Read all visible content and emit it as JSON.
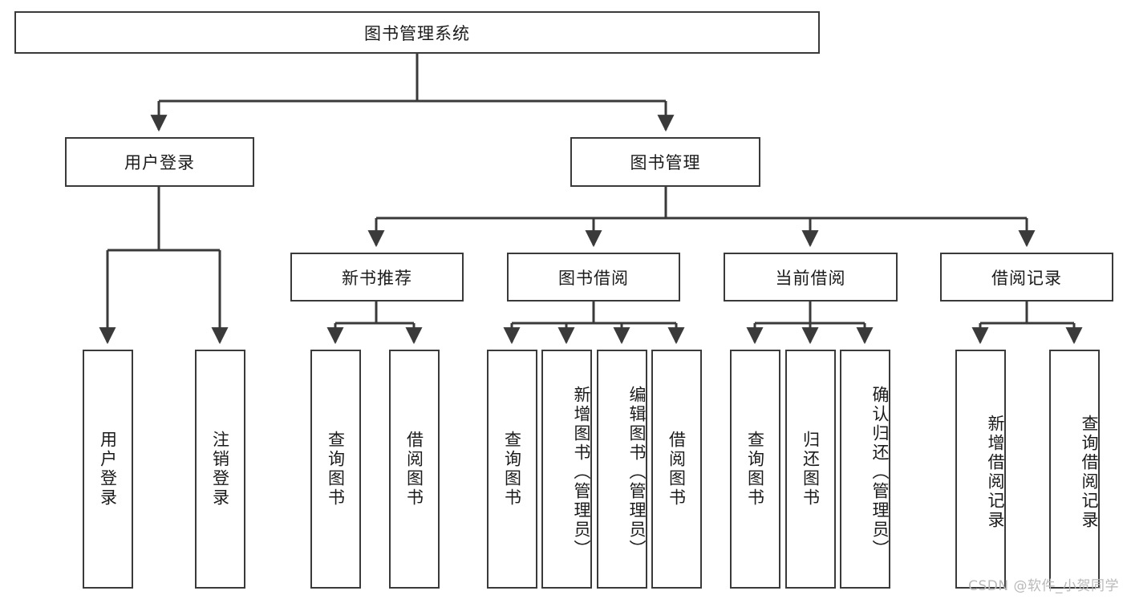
{
  "diagram": {
    "type": "tree-hierarchy",
    "title": "图书管理系统",
    "root": {
      "id": "root",
      "label": "图书管理系统"
    },
    "level1": [
      {
        "id": "user-login",
        "label": "用户登录"
      },
      {
        "id": "book-manage",
        "label": "图书管理"
      }
    ],
    "level2": [
      {
        "id": "new-book-recommend",
        "label": "新书推荐"
      },
      {
        "id": "book-borrow",
        "label": "图书借阅"
      },
      {
        "id": "current-borrow",
        "label": "当前借阅"
      },
      {
        "id": "borrow-record",
        "label": "借阅记录"
      }
    ],
    "leaves": [
      {
        "id": "leaf-user-login",
        "label": "用户登录",
        "parent": "user-login"
      },
      {
        "id": "leaf-logout-login",
        "label": "注销登录",
        "parent": "user-login"
      },
      {
        "id": "leaf-query-book-1",
        "label": "查询图书",
        "parent": "new-book-recommend"
      },
      {
        "id": "leaf-borrow-book-1",
        "label": "借阅图书",
        "parent": "new-book-recommend"
      },
      {
        "id": "leaf-query-book-2",
        "label": "查询图书",
        "parent": "book-borrow"
      },
      {
        "id": "leaf-add-book",
        "label": "新增图书（管理员）",
        "parent": "book-borrow"
      },
      {
        "id": "leaf-edit-book",
        "label": "编辑图书（管理员）",
        "parent": "book-borrow"
      },
      {
        "id": "leaf-borrow-book-2",
        "label": "借阅图书",
        "parent": "book-borrow"
      },
      {
        "id": "leaf-query-book-3",
        "label": "查询图书",
        "parent": "current-borrow"
      },
      {
        "id": "leaf-return-book",
        "label": "归还图书",
        "parent": "current-borrow"
      },
      {
        "id": "leaf-confirm-return",
        "label": "确认归还（管理员）",
        "parent": "current-borrow"
      },
      {
        "id": "leaf-add-record",
        "label": "新增借阅记录",
        "parent": "borrow-record"
      },
      {
        "id": "leaf-query-record",
        "label": "查询借阅记录",
        "parent": "borrow-record"
      }
    ],
    "watermark": "CSDN @软件_小贺同学",
    "colors": {
      "stroke": "#3a3a3a",
      "text": "#1b1b1b",
      "background": "#ffffff",
      "watermark": "#b9b9b9"
    }
  }
}
